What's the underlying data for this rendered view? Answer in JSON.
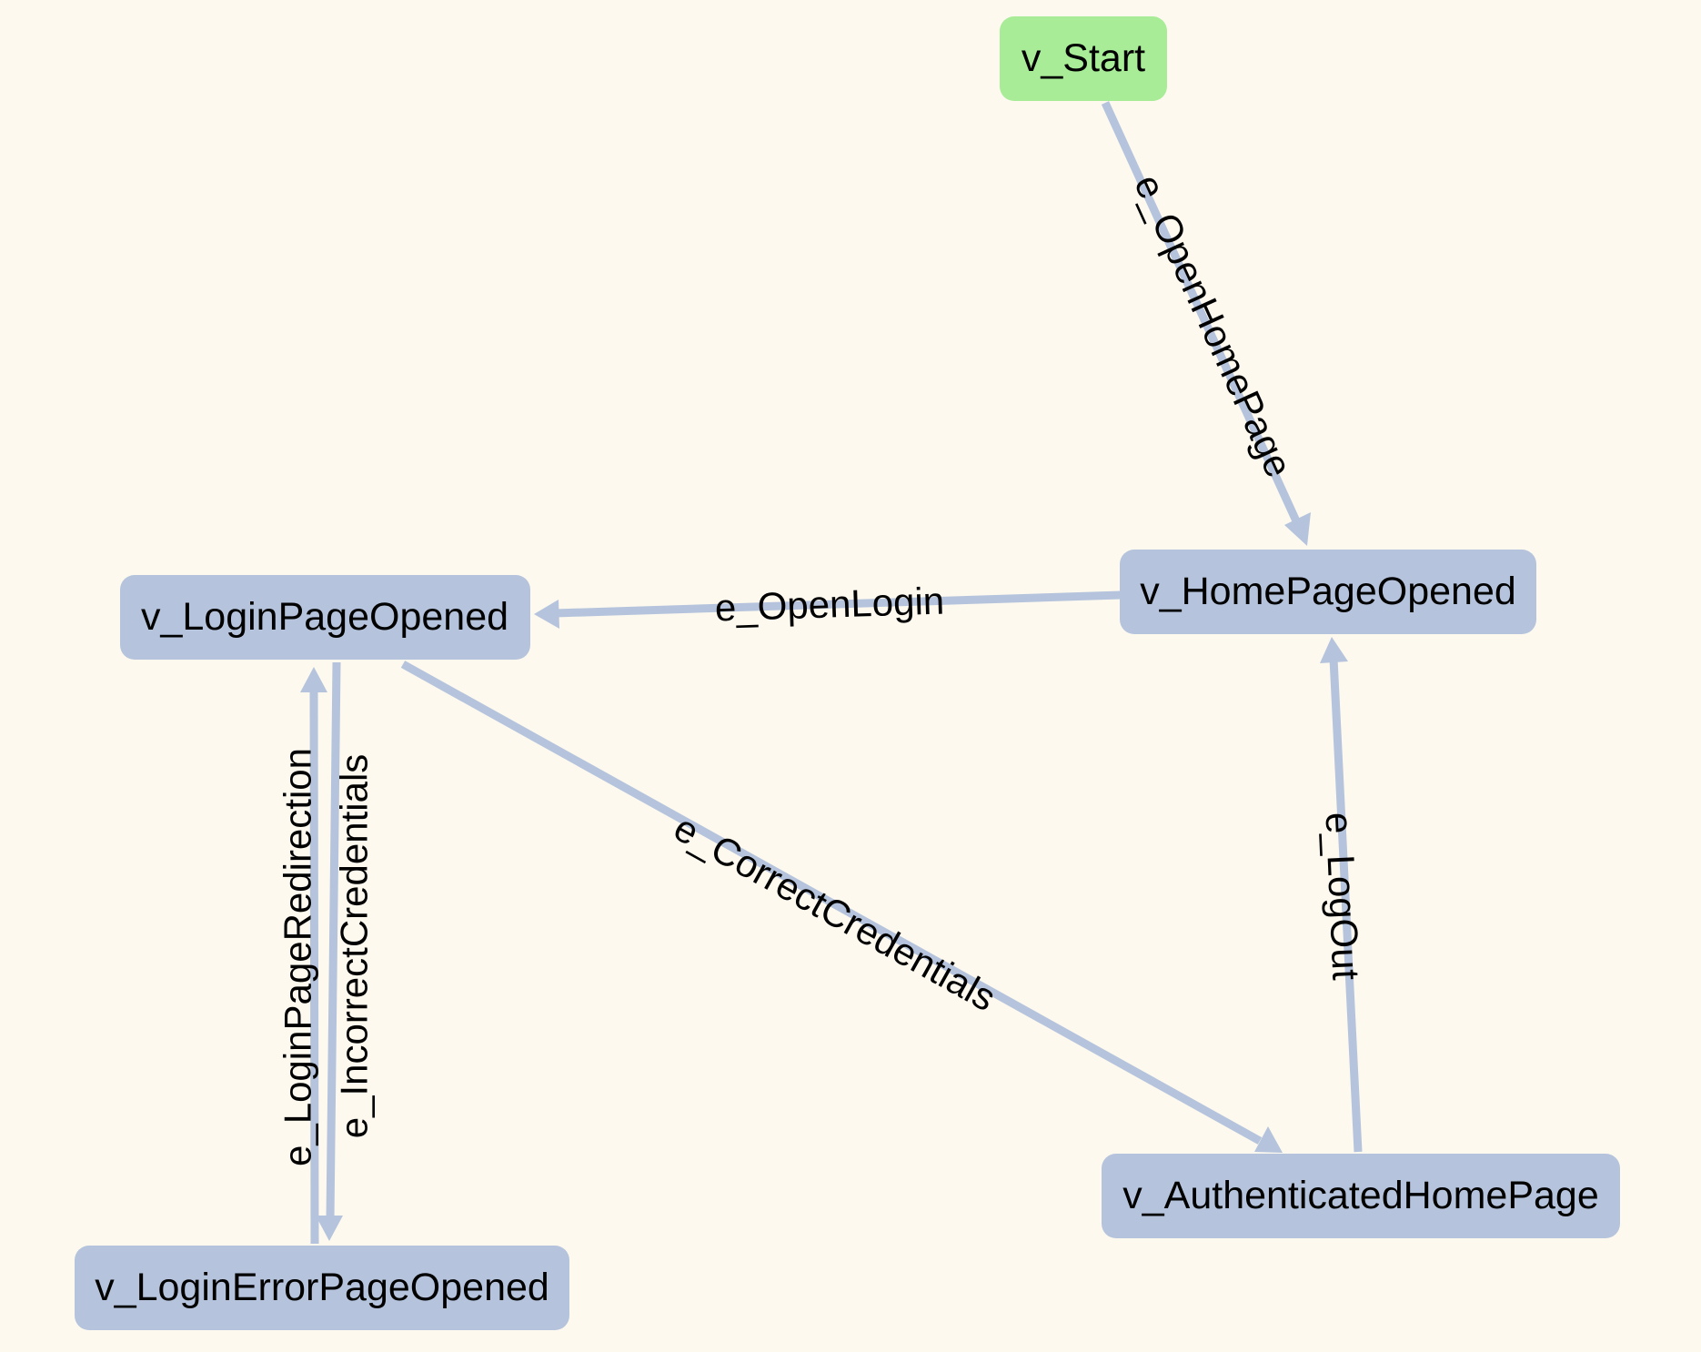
{
  "colors": {
    "background": "#fdf9ef",
    "start_node": "#a8ec98",
    "node": "#b5c4dc",
    "edge": "#b5c4dc",
    "text": "#000000"
  },
  "nodes": {
    "v_start": "v_Start",
    "v_homepageopened": "v_HomePageOpened",
    "v_loginpageopened": "v_LoginPageOpened",
    "v_authenticatedhomepage": "v_AuthenticatedHomePage",
    "v_loginerrorpageopened": "v_LoginErrorPageOpened"
  },
  "edges": {
    "e_openhomepage": "e_OpenHomePage",
    "e_openlogin": "e_OpenLogin",
    "e_correctcredentials": "e_CorrectCredentials",
    "e_logout": "e_LogOut",
    "e_loginpageredirection": "e_LoginPageRedirection",
    "e_incorrectcredentials": "e_IncorrectCredentials"
  }
}
